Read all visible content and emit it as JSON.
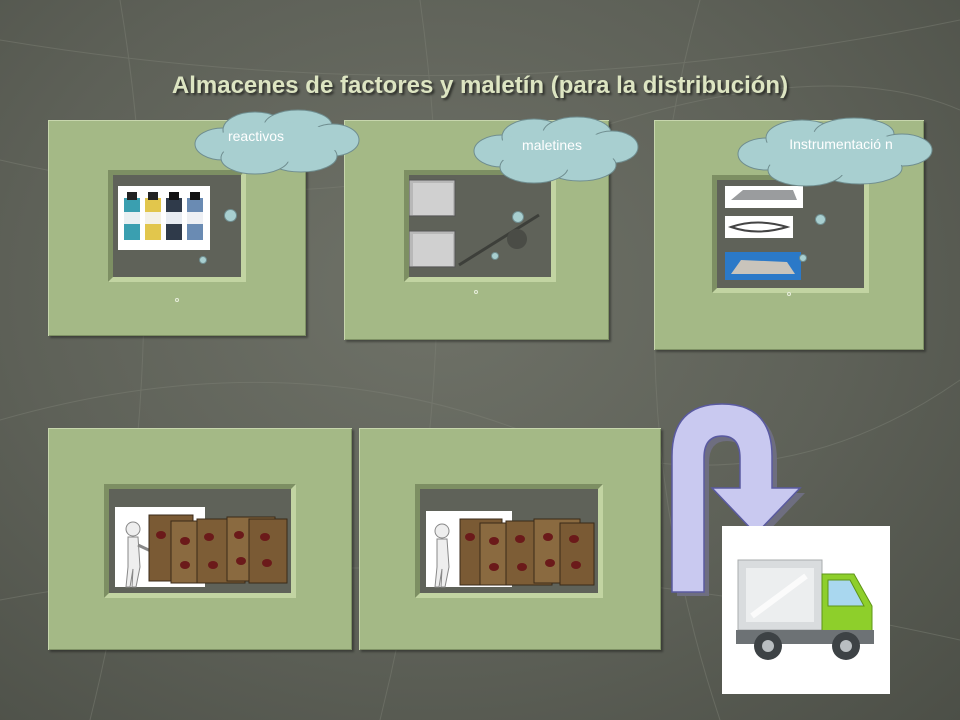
{
  "slide": {
    "title": "Almacenes de factores y maletín (para la distribución)"
  },
  "boxes": [
    {
      "label": "reactivos"
    },
    {
      "label": "maletines"
    },
    {
      "label": "Instrumentació n"
    }
  ],
  "colors": {
    "background": "#5e6158",
    "frame": "#a4b986",
    "cloud": "#a8cfd0",
    "arrow": "#c9c9f0",
    "truck_cab": "#8ecf2b"
  },
  "icons": [
    "reagent-bottles-icon",
    "briefcase-icon",
    "instruments-icon",
    "pallet-boxes-icon",
    "u-turn-arrow-icon",
    "delivery-truck-icon"
  ]
}
